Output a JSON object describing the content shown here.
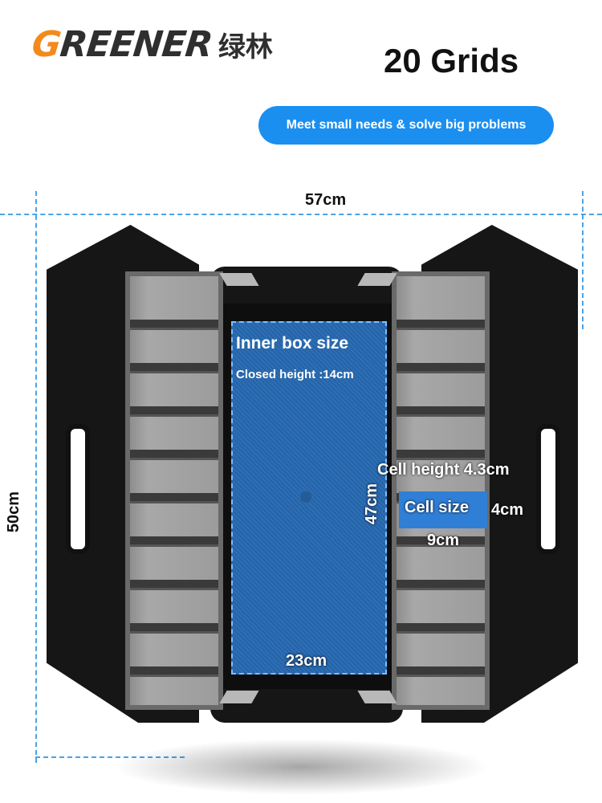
{
  "brand": {
    "latin": "GREENER",
    "latin_first": "G",
    "latin_rest": "REENER",
    "chinese": "绿林"
  },
  "title": "20 Grids",
  "tagline": "Meet small needs & solve big problems",
  "dimensions": {
    "width": "57cm",
    "height": "50cm",
    "inner_height": "47cm",
    "inner_width": "23cm"
  },
  "inner_box": {
    "label": "Inner box size",
    "closed_height": "Closed height :14cm"
  },
  "cell": {
    "height_label": "Cell height 4.3cm",
    "size_label": "Cell size",
    "depth": "4cm",
    "width": "9cm"
  },
  "colors": {
    "brand_orange": "#f28a1e",
    "accent_blue": "#1a8ff0",
    "inner_blue": "#2c6fb6",
    "toolbox_black": "#161616",
    "tray_gray": "#a0a0a0"
  }
}
